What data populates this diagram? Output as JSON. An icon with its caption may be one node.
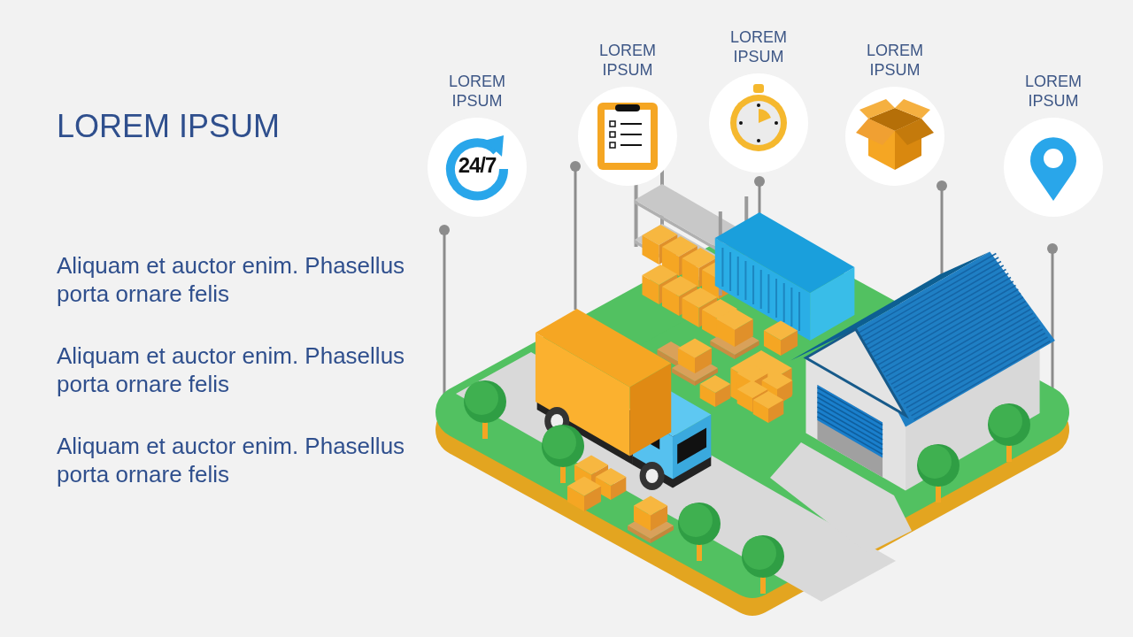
{
  "diagram": {
    "title": "LOREM IPSUM",
    "nodes": [
      {
        "text": [
          "LOREM IPSUM",
          "24/7"
        ]
      },
      {
        "text": [
          "LOREM IPSUM"
        ]
      },
      {
        "text": [
          "LOREM IPSUM"
        ]
      },
      {
        "text": [
          "LOREM IPSUM"
        ]
      },
      {
        "text": [
          "LOREM IPSUM"
        ]
      }
    ],
    "labels": [
      "Aliquam et auctor enim. Phasellus porta ornare felis",
      "Aliquam et auctor enim. Phasellus porta ornare felis",
      "Aliquam et auctor enim. Phasellus porta ornare felis"
    ]
  }
}
